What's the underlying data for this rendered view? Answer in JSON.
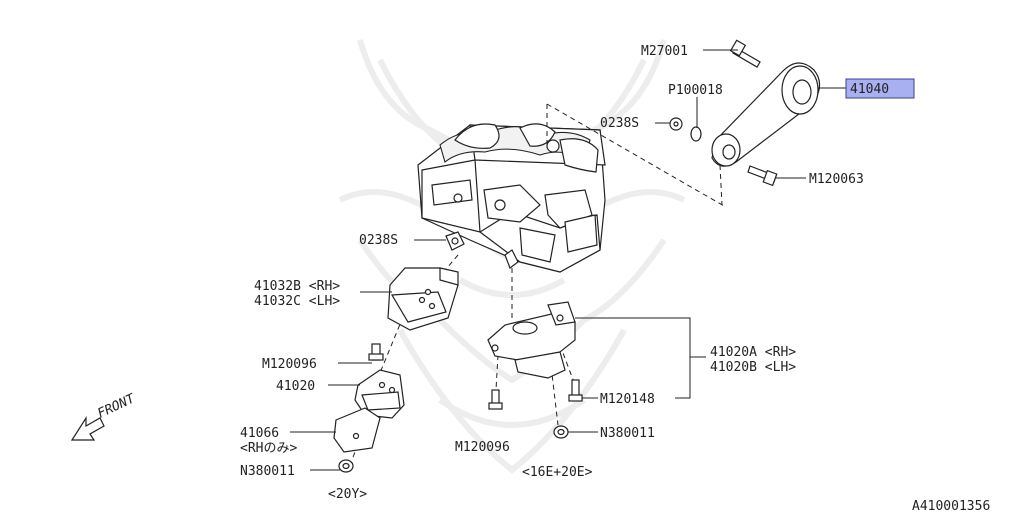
{
  "diagram_id": "A410001356",
  "callouts": {
    "m27001": "M27001",
    "p100018": "P100018",
    "washer_top": "0238S",
    "part_41040": "41040",
    "m120063": "M120063",
    "washer_mid": "0238S",
    "mount_rh": "41032B <RH>",
    "mount_lh": "41032C <LH>",
    "m120096_left": "M120096",
    "part_41020": "41020",
    "part_41066": "41066",
    "rh_only": "<RHのみ>",
    "n380011_left": "N380011",
    "note_20y": "<20Y>",
    "bracket_rh": "41020A <RH>",
    "bracket_lh": "41020B <LH>",
    "m120148": "M120148",
    "m120096_bottom": "M120096",
    "n380011_bottom": "N380011",
    "note_16e20e": "<16E+20E>"
  },
  "front_label": "FRONT",
  "colors": {
    "highlight_fill": "#a9b0f2",
    "line": "#222222",
    "watermark": "#ededed"
  }
}
